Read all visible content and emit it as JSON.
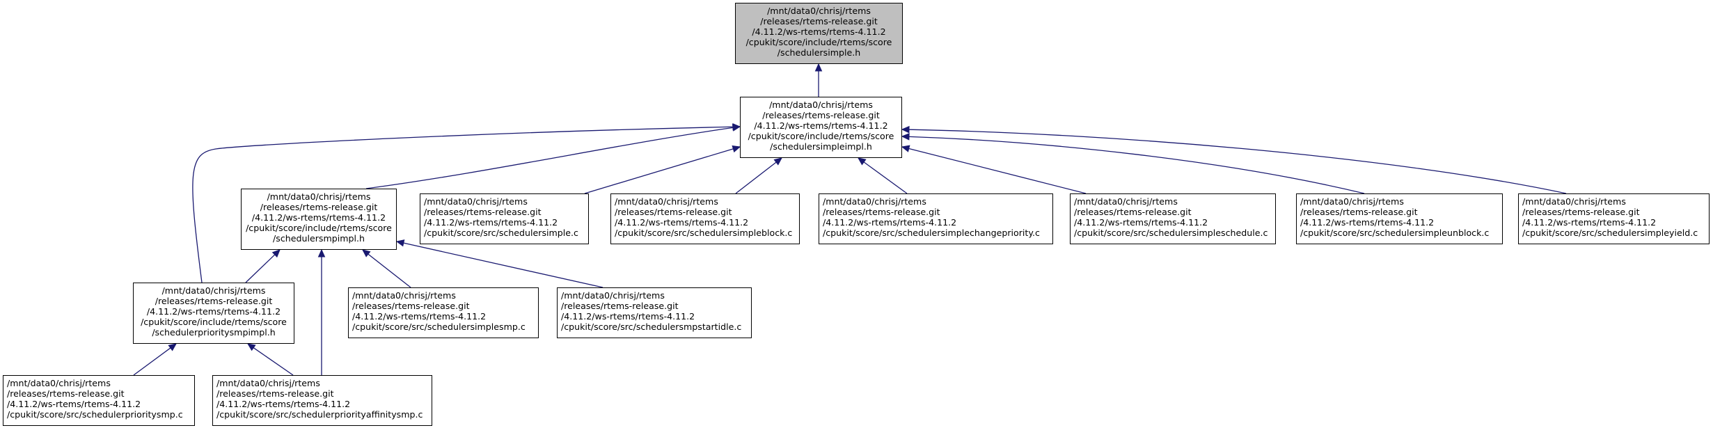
{
  "diagram": {
    "type": "include dependency graph",
    "colors": {
      "edge": "#191970",
      "root_fill": "#bfbfbf",
      "node_fill": "#ffffff",
      "border": "#000000"
    },
    "nodes": [
      {
        "id": "root",
        "lines": [
          "/mnt/data0/chrisj/rtems",
          "/releases/rtems-release.git",
          "/4.11.2/ws-rtems/rtems-4.11.2",
          "/cpukit/score/include/rtems/score",
          "/schedulersimple.h"
        ]
      },
      {
        "id": "simpleimpl",
        "lines": [
          "/mnt/data0/chrisj/rtems",
          "/releases/rtems-release.git",
          "/4.11.2/ws-rtems/rtems-4.11.2",
          "/cpukit/score/include/rtems/score",
          "/schedulersimpleimpl.h"
        ]
      },
      {
        "id": "smpimpl",
        "lines": [
          "/mnt/data0/chrisj/rtems",
          "/releases/rtems-release.git",
          "/4.11.2/ws-rtems/rtems-4.11.2",
          "/cpukit/score/include/rtems/score",
          "/schedulersmpimpl.h"
        ]
      },
      {
        "id": "simple_c",
        "lines": [
          "/mnt/data0/chrisj/rtems",
          "/releases/rtems-release.git",
          "/4.11.2/ws-rtems/rtems-4.11.2",
          "/cpukit/score/src/schedulersimple.c"
        ]
      },
      {
        "id": "simpleblock_c",
        "lines": [
          "/mnt/data0/chrisj/rtems",
          "/releases/rtems-release.git",
          "/4.11.2/ws-rtems/rtems-4.11.2",
          "/cpukit/score/src/schedulersimpleblock.c"
        ]
      },
      {
        "id": "changepriority_c",
        "lines": [
          "/mnt/data0/chrisj/rtems",
          "/releases/rtems-release.git",
          "/4.11.2/ws-rtems/rtems-4.11.2",
          "/cpukit/score/src/schedulersimplechangepriority.c"
        ]
      },
      {
        "id": "schedule_c",
        "lines": [
          "/mnt/data0/chrisj/rtems",
          "/releases/rtems-release.git",
          "/4.11.2/ws-rtems/rtems-4.11.2",
          "/cpukit/score/src/schedulersimpleschedule.c"
        ]
      },
      {
        "id": "unblock_c",
        "lines": [
          "/mnt/data0/chrisj/rtems",
          "/releases/rtems-release.git",
          "/4.11.2/ws-rtems/rtems-4.11.2",
          "/cpukit/score/src/schedulersimpleunblock.c"
        ]
      },
      {
        "id": "yield_c",
        "lines": [
          "/mnt/data0/chrisj/rtems",
          "/releases/rtems-release.git",
          "/4.11.2/ws-rtems/rtems-4.11.2",
          "/cpukit/score/src/schedulersimpleyield.c"
        ]
      },
      {
        "id": "prioritysmpimpl",
        "lines": [
          "/mnt/data0/chrisj/rtems",
          "/releases/rtems-release.git",
          "/4.11.2/ws-rtems/rtems-4.11.2",
          "/cpukit/score/include/rtems/score",
          "/schedulerprioritysmpimpl.h"
        ]
      },
      {
        "id": "simplesmp_c",
        "lines": [
          "/mnt/data0/chrisj/rtems",
          "/releases/rtems-release.git",
          "/4.11.2/ws-rtems/rtems-4.11.2",
          "/cpukit/score/src/schedulersimplesmp.c"
        ]
      },
      {
        "id": "startidle_c",
        "lines": [
          "/mnt/data0/chrisj/rtems",
          "/releases/rtems-release.git",
          "/4.11.2/ws-rtems/rtems-4.11.2",
          "/cpukit/score/src/schedulersmpstartidle.c"
        ]
      },
      {
        "id": "prioritysmp_c",
        "lines": [
          "/mnt/data0/chrisj/rtems",
          "/releases/rtems-release.git",
          "/4.11.2/ws-rtems/rtems-4.11.2",
          "/cpukit/score/src/schedulerprioritysmp.c"
        ]
      },
      {
        "id": "affinitysmp_c",
        "lines": [
          "/mnt/data0/chrisj/rtems",
          "/releases/rtems-release.git",
          "/4.11.2/ws-rtems/rtems-4.11.2",
          "/cpukit/score/src/schedulerpriorityaffinitysmp.c"
        ]
      }
    ],
    "edges": [
      {
        "from": "simpleimpl",
        "to": "root"
      },
      {
        "from": "smpimpl",
        "to": "simpleimpl"
      },
      {
        "from": "prioritysmpimpl",
        "to": "simpleimpl"
      },
      {
        "from": "simple_c",
        "to": "simpleimpl"
      },
      {
        "from": "simpleblock_c",
        "to": "simpleimpl"
      },
      {
        "from": "changepriority_c",
        "to": "simpleimpl"
      },
      {
        "from": "schedule_c",
        "to": "simpleimpl"
      },
      {
        "from": "unblock_c",
        "to": "simpleimpl"
      },
      {
        "from": "yield_c",
        "to": "simpleimpl"
      },
      {
        "from": "prioritysmpimpl",
        "to": "smpimpl"
      },
      {
        "from": "affinitysmp_c",
        "to": "smpimpl"
      },
      {
        "from": "simplesmp_c",
        "to": "smpimpl"
      },
      {
        "from": "startidle_c",
        "to": "smpimpl"
      },
      {
        "from": "prioritysmp_c",
        "to": "prioritysmpimpl"
      },
      {
        "from": "affinitysmp_c",
        "to": "prioritysmpimpl"
      }
    ]
  }
}
